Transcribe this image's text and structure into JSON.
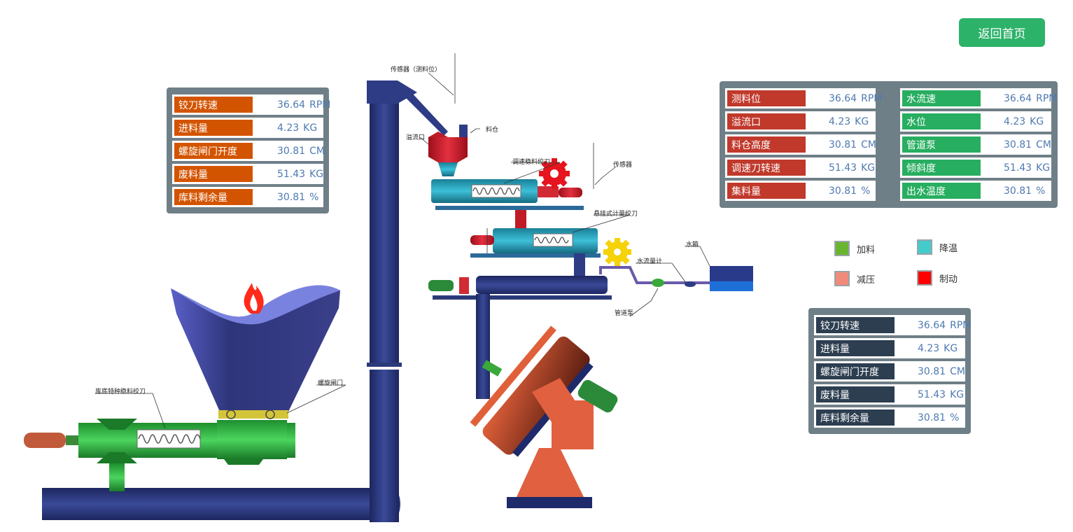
{
  "header": {
    "home_button": "返回首页"
  },
  "panel_left": {
    "rows": [
      {
        "label": "铰刀转速",
        "value": "36.64",
        "unit": "RPM"
      },
      {
        "label": "进料量",
        "value": "4.23",
        "unit": "KG"
      },
      {
        "label": "螺旋闸门开度",
        "value": "30.81",
        "unit": "CM"
      },
      {
        "label": "废料量",
        "value": "51.43",
        "unit": "KG"
      },
      {
        "label": "库料剩余量",
        "value": "30.81",
        "unit": "%"
      }
    ]
  },
  "panel_top_right": {
    "left_rows": [
      {
        "label": "测料位",
        "value": "36.64",
        "unit": "RPM"
      },
      {
        "label": "溢流口",
        "value": "4.23",
        "unit": "KG"
      },
      {
        "label": "料仓高度",
        "value": "30.81",
        "unit": "CM"
      },
      {
        "label": "调速刀转速",
        "value": "51.43",
        "unit": "KG"
      },
      {
        "label": "集料量",
        "value": "30.81",
        "unit": "%"
      }
    ],
    "right_rows": [
      {
        "label": "水流速",
        "value": "36.64",
        "unit": "RPM"
      },
      {
        "label": "水位",
        "value": "4.23",
        "unit": "KG"
      },
      {
        "label": "管道泵",
        "value": "30.81",
        "unit": "CM"
      },
      {
        "label": "倾斜度",
        "value": "51.43",
        "unit": "KG"
      },
      {
        "label": "出水温度",
        "value": "30.81",
        "unit": "%"
      }
    ]
  },
  "panel_bottom_right": {
    "rows": [
      {
        "label": "铰刀转速",
        "value": "36.64",
        "unit": "RPM"
      },
      {
        "label": "进料量",
        "value": "4.23",
        "unit": "KG"
      },
      {
        "label": "螺旋闸门开度",
        "value": "30.81",
        "unit": "CM"
      },
      {
        "label": "废料量",
        "value": "51.43",
        "unit": "KG"
      },
      {
        "label": "库料剩余量",
        "value": "30.81",
        "unit": "%"
      }
    ]
  },
  "legend": [
    {
      "label": "加料",
      "color": "#6ab52f"
    },
    {
      "label": "降温",
      "color": "#44cccc"
    },
    {
      "label": "减压",
      "color": "#f08a7a"
    },
    {
      "label": "制动",
      "color": "#ff0000"
    }
  ],
  "annotations": {
    "sensor_level": "传感器（测料位）",
    "overflow": "溢流口",
    "silo": "料仓",
    "speed_auger": "调速稳料绞刀",
    "sensor": "传感器",
    "hanging_auger": "悬挂式计量绞刀",
    "water_tank": "水箱",
    "flow_meter": "水流量计",
    "pipe_pump": "管道泵",
    "bottom_auger": "库底特种稳料绞刀",
    "screw_gate": "螺旋闸门"
  },
  "colors": {
    "pipe": "#2c3a7a",
    "panel_left_label": "#d35400",
    "panel_tr_left_label": "#c0392b",
    "panel_tr_right_label": "#27ae60",
    "panel_br_label": "#2c3e50",
    "panel_bg": "#6f7f87"
  }
}
